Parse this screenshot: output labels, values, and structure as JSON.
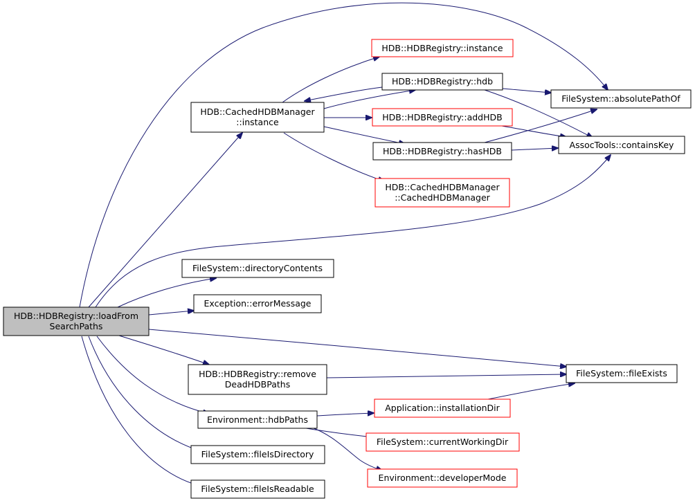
{
  "colors": {
    "edge": "#191970",
    "root_fill": "#bfbfbf",
    "normal_border": "#000000",
    "red_border": "#ff0000",
    "background": "#ffffff"
  },
  "nodes": {
    "root": [
      "HDB::HDBRegistry::loadFrom",
      "SearchPaths"
    ],
    "cached_instance": [
      "HDB::CachedHDBManager",
      "::instance"
    ],
    "reg_instance": [
      "HDB::HDBRegistry::instance"
    ],
    "reg_hdb": [
      "HDB::HDBRegistry::hdb"
    ],
    "reg_addhdb": [
      "HDB::HDBRegistry::addHDB"
    ],
    "reg_hashdb": [
      "HDB::HDBRegistry::hasHDB"
    ],
    "cached_ctor": [
      "HDB::CachedHDBManager",
      "::CachedHDBManager"
    ],
    "fs_abspath": [
      "FileSystem::absolutePathOf"
    ],
    "assoc_containskey": [
      "AssocTools::containsKey"
    ],
    "fs_dircontents": [
      "FileSystem::directoryContents"
    ],
    "exc_errormsg": [
      "Exception::errorMessage"
    ],
    "reg_removedead": [
      "HDB::HDBRegistry::remove",
      "DeadHDBPaths"
    ],
    "fs_fileexists": [
      "FileSystem::fileExists"
    ],
    "env_hdbpaths": [
      "Environment::hdbPaths"
    ],
    "app_installdir": [
      "Application::installationDir"
    ],
    "fs_cwd": [
      "FileSystem::currentWorkingDir"
    ],
    "env_devmode": [
      "Environment::developerMode"
    ],
    "fs_isdir": [
      "FileSystem::fileIsDirectory"
    ],
    "fs_isreadable": [
      "FileSystem::fileIsReadable"
    ]
  }
}
